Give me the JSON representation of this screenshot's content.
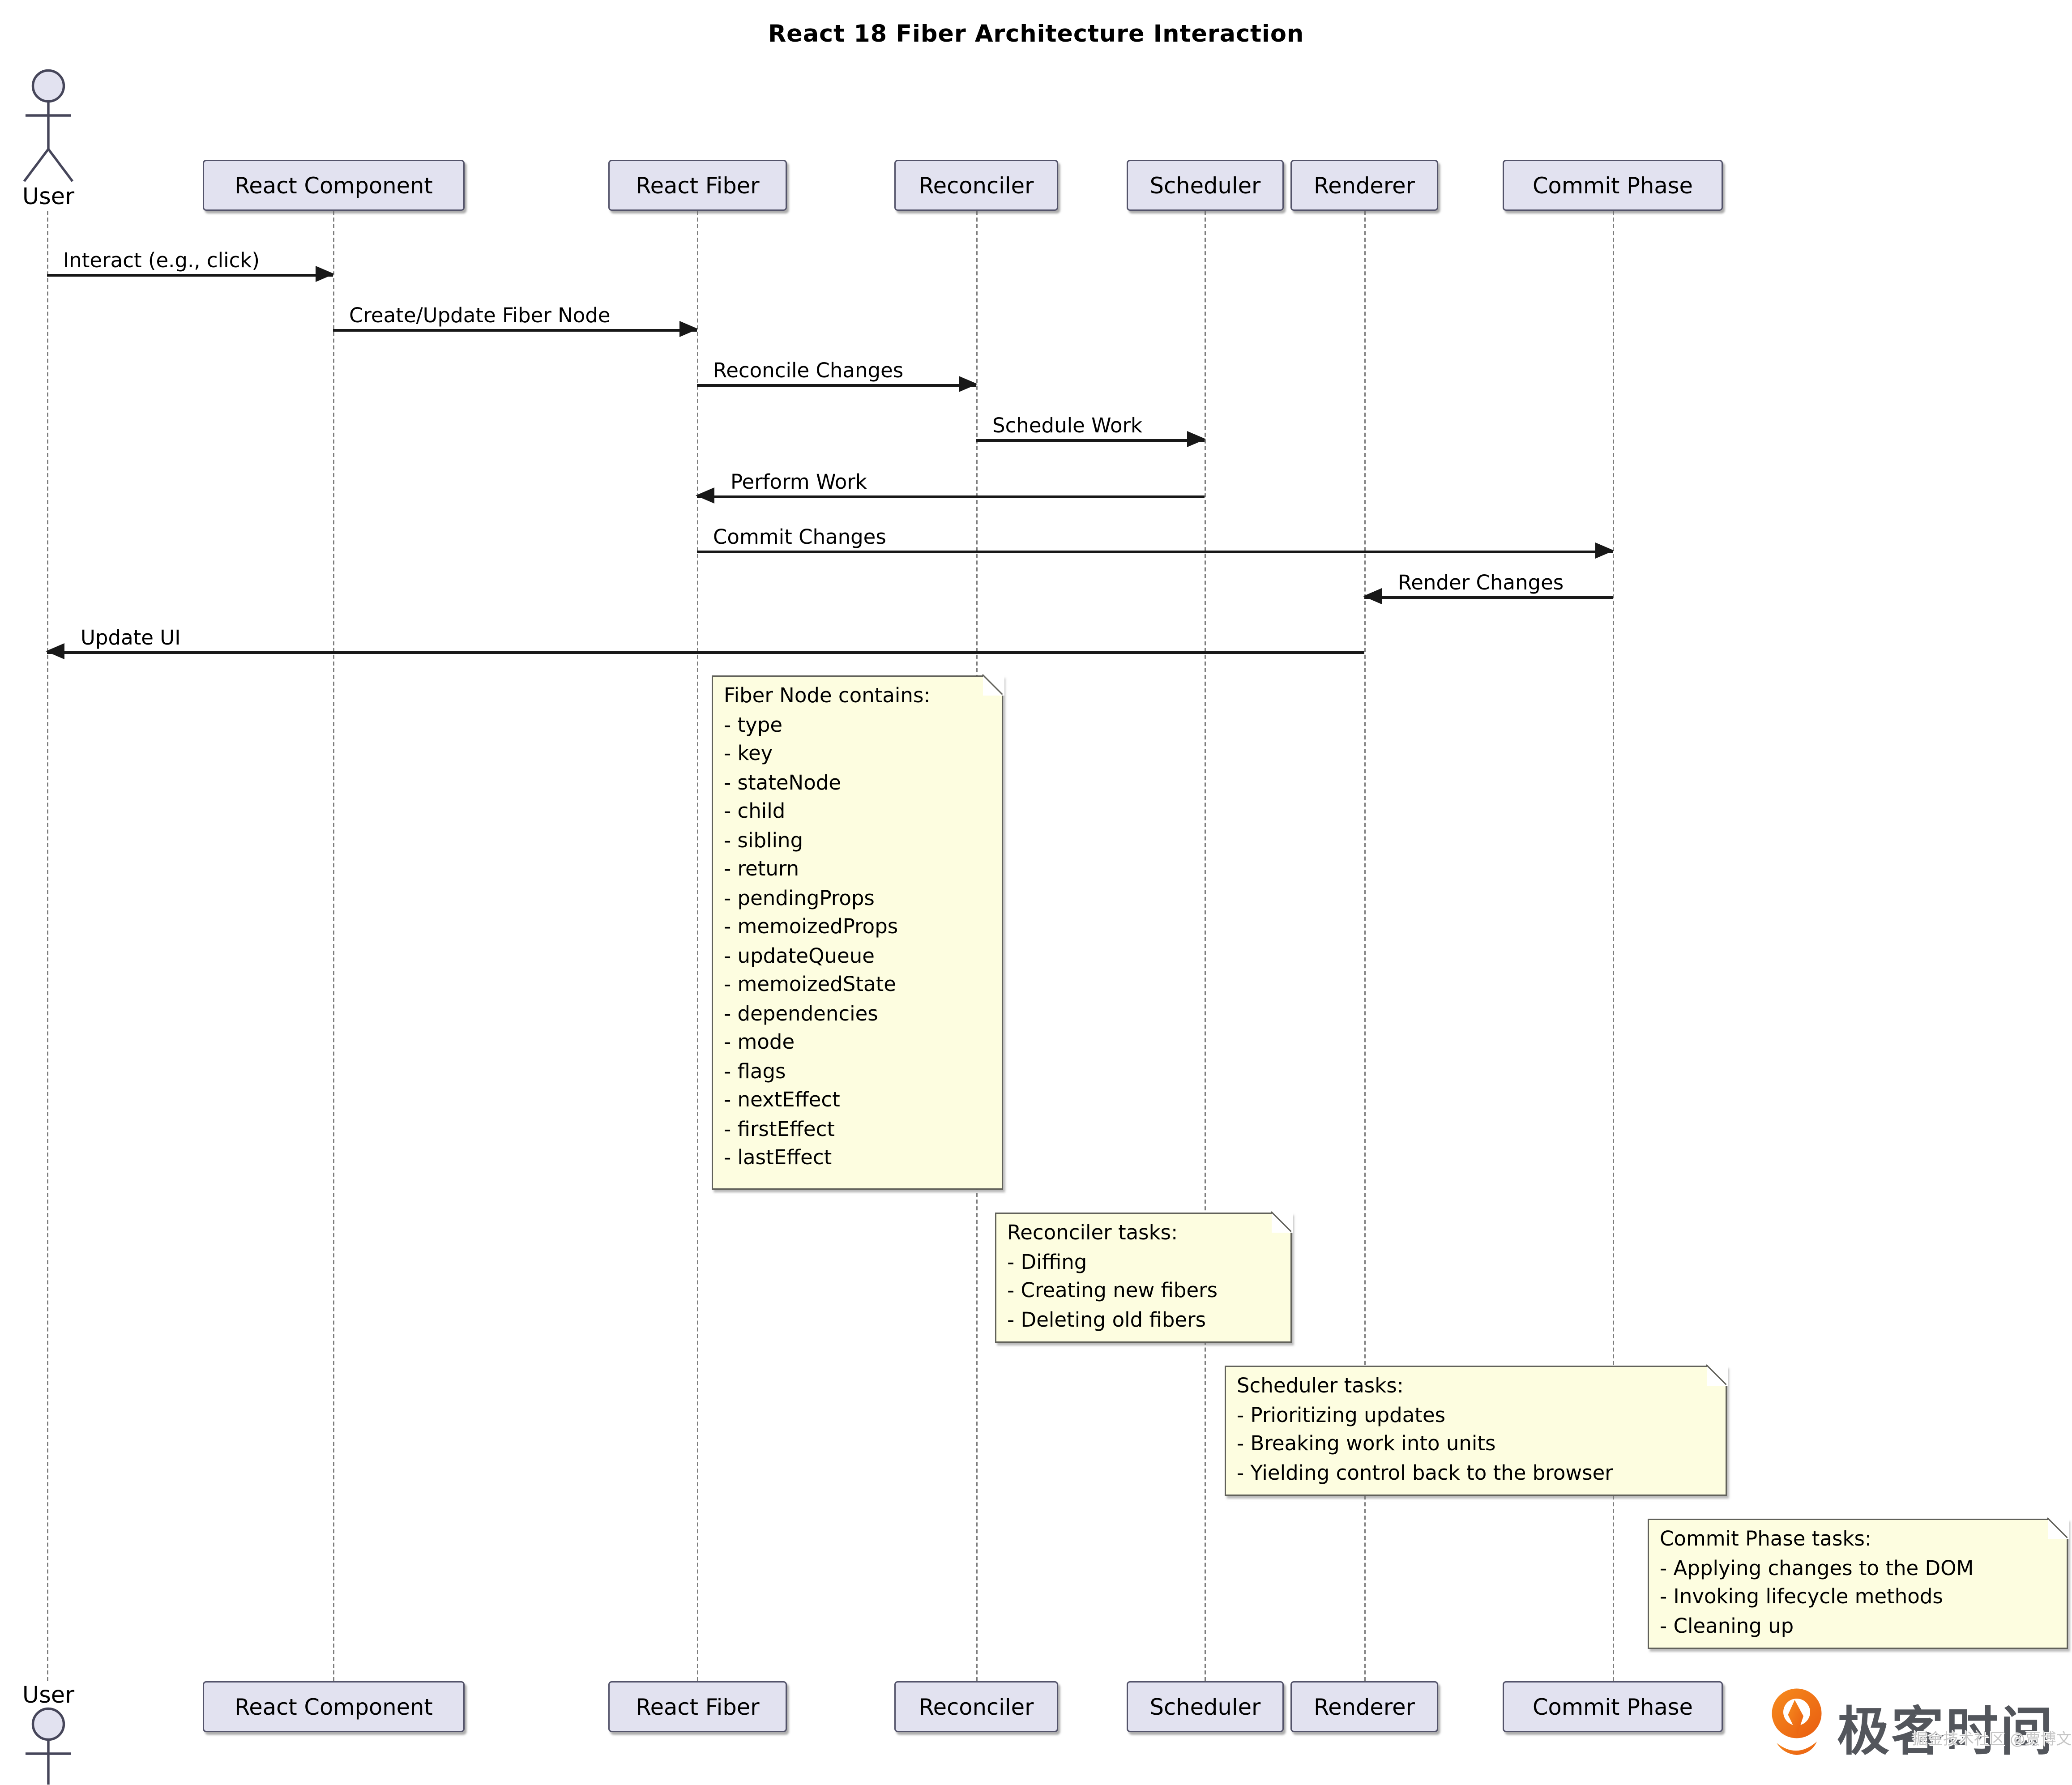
{
  "title": "React 18 Fiber Architecture Interaction",
  "diagram_type": "sequence-diagram",
  "participants": [
    {
      "id": "user",
      "label": "User",
      "kind": "actor"
    },
    {
      "id": "react-component",
      "label": "React Component",
      "kind": "box"
    },
    {
      "id": "react-fiber",
      "label": "React Fiber",
      "kind": "box"
    },
    {
      "id": "reconciler",
      "label": "Reconciler",
      "kind": "box"
    },
    {
      "id": "scheduler",
      "label": "Scheduler",
      "kind": "box"
    },
    {
      "id": "renderer",
      "label": "Renderer",
      "kind": "box"
    },
    {
      "id": "commit-phase",
      "label": "Commit Phase",
      "kind": "box"
    }
  ],
  "messages": [
    {
      "from": "User",
      "to": "React Component",
      "label": "Interact (e.g., click)",
      "direction": "right"
    },
    {
      "from": "React Component",
      "to": "React Fiber",
      "label": "Create/Update Fiber Node",
      "direction": "right"
    },
    {
      "from": "React Fiber",
      "to": "Reconciler",
      "label": "Reconcile Changes",
      "direction": "right"
    },
    {
      "from": "Reconciler",
      "to": "Scheduler",
      "label": "Schedule Work",
      "direction": "right"
    },
    {
      "from": "Scheduler",
      "to": "React Fiber",
      "label": "Perform Work",
      "direction": "left"
    },
    {
      "from": "React Fiber",
      "to": "Commit Phase",
      "label": "Commit Changes",
      "direction": "right"
    },
    {
      "from": "Commit Phase",
      "to": "Renderer",
      "label": "Render Changes",
      "direction": "left"
    },
    {
      "from": "Renderer",
      "to": "User",
      "label": "Update UI",
      "direction": "left"
    }
  ],
  "notes": [
    {
      "over": "React Fiber",
      "title": "Fiber Node contains:",
      "lines": [
        "- type",
        "- key",
        "- stateNode",
        "- child",
        "- sibling",
        "- return",
        "- pendingProps",
        "- memoizedProps",
        "- updateQueue",
        "- memoizedState",
        "- dependencies",
        "- mode",
        "- flags",
        "- nextEffect",
        "- firstEffect",
        "- lastEffect"
      ]
    },
    {
      "over": "Reconciler",
      "title": "Reconciler tasks:",
      "lines": [
        "- Diffing",
        "- Creating new fibers",
        "- Deleting old fibers"
      ]
    },
    {
      "over": "Scheduler",
      "title": "Scheduler tasks:",
      "lines": [
        "- Prioritizing updates",
        "- Breaking work into units",
        "- Yielding control back to the browser"
      ]
    },
    {
      "over": "Commit Phase",
      "title": "Commit Phase tasks:",
      "lines": [
        "- Applying changes to the DOM",
        "- Invoking lifecycle methods",
        "- Cleaning up"
      ]
    }
  ],
  "watermark": {
    "logo_text": "极客时间",
    "subtext": "掘金技术社区 @贾博文"
  },
  "colors": {
    "participant_fill": "#E2E2F0",
    "participant_border": "#53536A",
    "note_fill": "#FDFDE0",
    "note_border": "#61615A",
    "arrow": "#181818",
    "lifeline": "#7C7C7C",
    "logo_orange": "#ED6D1A",
    "logo_text_color": "#53565C"
  }
}
